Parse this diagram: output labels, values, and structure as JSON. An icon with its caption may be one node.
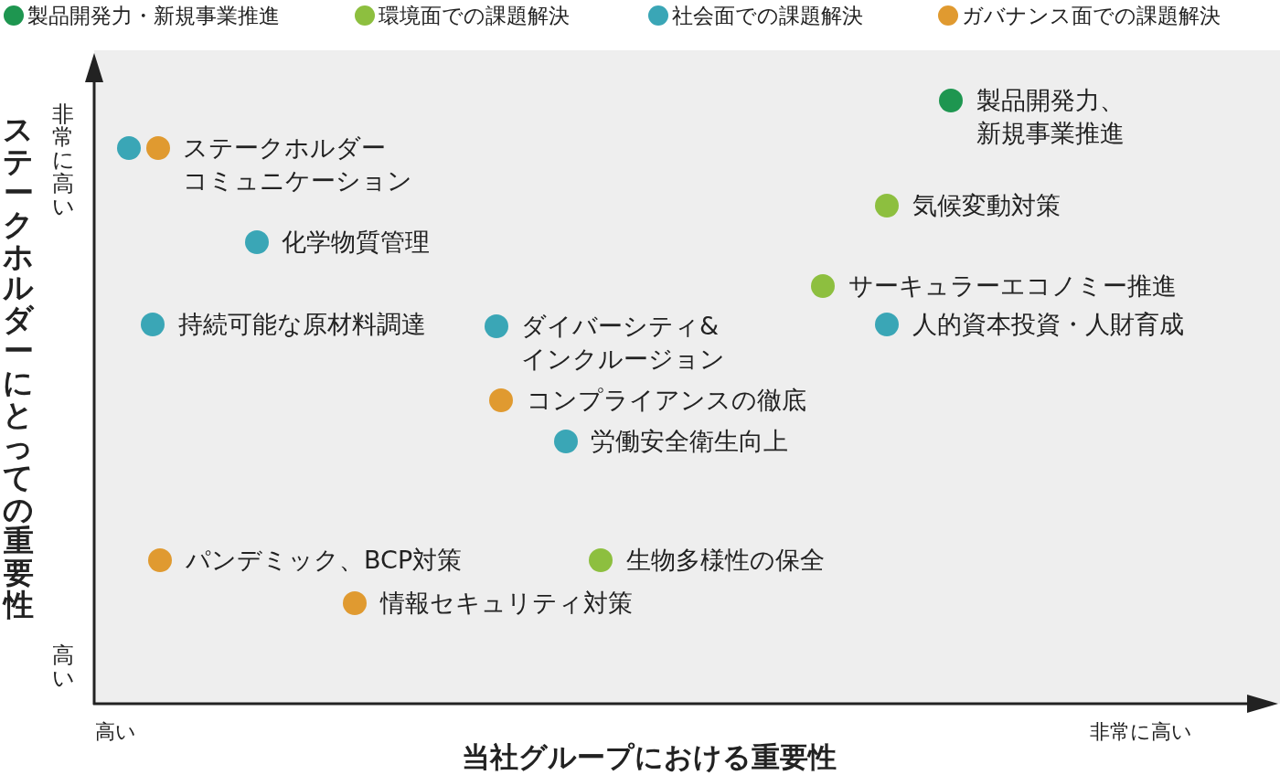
{
  "diagram": {
    "labels": [
      "ステークホルダーにとっての重要性",
      "非常に高い",
      "高い",
      "製品開発力、新規事業推進",
      "ステークホルダーコミュニケーション",
      "気候変動対策",
      "化学物質管理",
      "サーキュラーエコノミー推進",
      "持続可能な原材料調達",
      "ダイバーシティ&インクルージョン",
      "人的資本投資・人財育成",
      "コンプライアンスの徹底",
      "労働安全衛生向上",
      "パンデミック、BCP対策",
      "生物多様性の保全",
      "情報セキュリティ対策",
      "高い",
      "非常に高い",
      "当社グループにおける重要性"
    ],
    "legend": [
      {
        "text": "製品開発力・新規事業推進",
        "color": "#1e9650"
      },
      {
        "text": "環境面での課題解決",
        "color": "#8dbf3f"
      },
      {
        "text": "社会面での課題解決",
        "color": "#3aa6b6"
      },
      {
        "text": "ガバナンス面での課題解決",
        "color": "#e09a30"
      }
    ]
  }
}
